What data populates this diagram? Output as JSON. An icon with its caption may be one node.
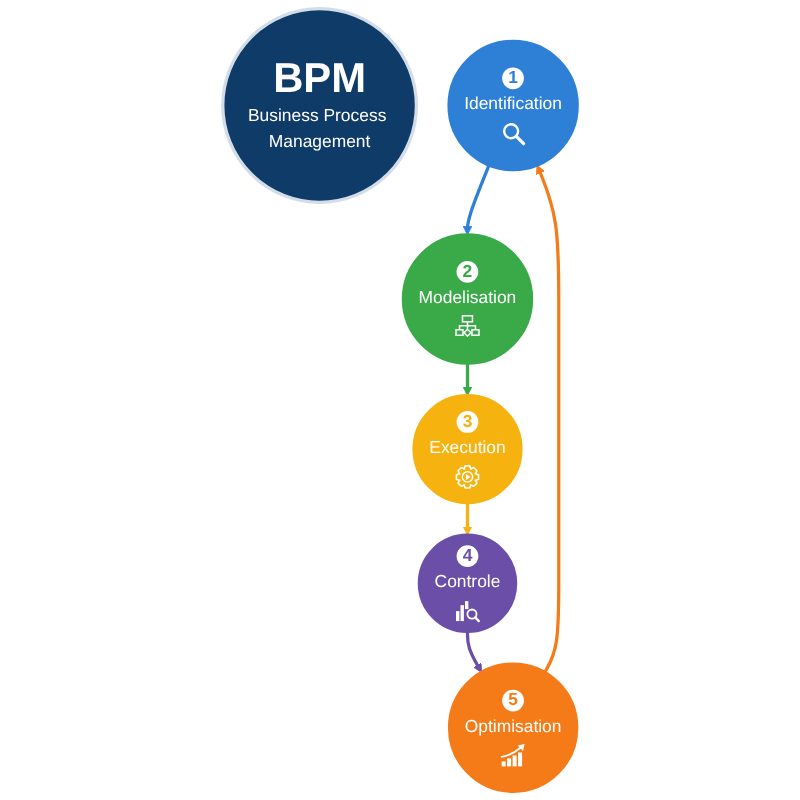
{
  "diagram": {
    "nodes": [
      {
        "text": [
          "BPM",
          "Business Process Management"
        ]
      },
      {
        "text": [
          "1",
          "Identification"
        ]
      },
      {
        "text": [
          "2",
          "Modelisation"
        ]
      },
      {
        "text": [
          "3",
          "Execution"
        ]
      },
      {
        "text": [
          "4",
          "Controle"
        ]
      },
      {
        "text": [
          "5",
          "Optimisation"
        ]
      }
    ],
    "edges": [
      {
        "from": 1,
        "to": 2,
        "arrow": "to",
        "color": "#2e7fd6"
      },
      {
        "from": 2,
        "to": 3,
        "arrow": "to",
        "color": "#3aa948"
      },
      {
        "from": 3,
        "to": 4,
        "arrow": "to",
        "color": "#f6b20f"
      },
      {
        "from": 4,
        "to": 5,
        "arrow": "to",
        "color": "#6a4ea7"
      },
      {
        "from": 5,
        "to": 1,
        "arrow": "to",
        "color": "#f47b18"
      }
    ]
  }
}
